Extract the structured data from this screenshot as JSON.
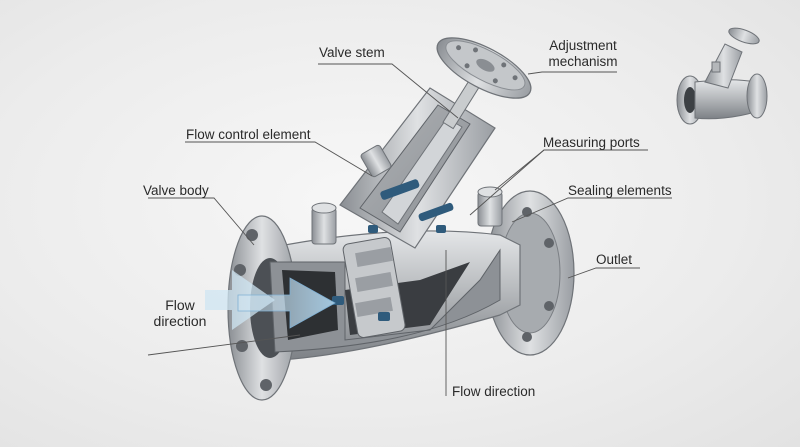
{
  "labels": {
    "valve_stem": "Valve stem",
    "adjustment_line1": "Adjustment",
    "adjustment_line2": "mechanism",
    "flow_control_element": "Flow control element",
    "measuring_ports": "Measuring ports",
    "valve_body": "Valve body",
    "sealing_elements": "Sealing elements",
    "outlet": "Outlet",
    "flow_direction_left_line1": "Flow",
    "flow_direction_left_line2": "direction",
    "flow_direction_bottom": "Flow direction"
  },
  "icons": {
    "main": "balancing-valve-cutaway",
    "thumbnail": "balancing-valve-thumbnail"
  },
  "colors": {
    "background": "#ececec",
    "steel": "#b9bcbf",
    "steel_dark": "#6f7378",
    "seal": "#2f5b7c",
    "flow_arrow": "#bcd9ee",
    "leader_line": "#555555"
  }
}
